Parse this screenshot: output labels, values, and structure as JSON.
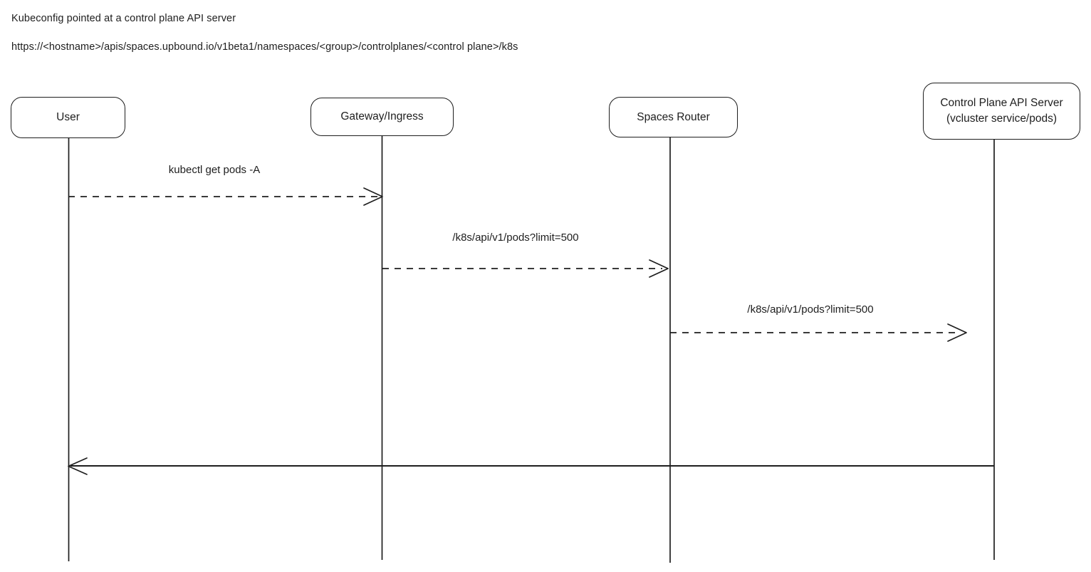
{
  "notes": {
    "line1": "Kubeconfig pointed at a control plane API server",
    "line2": "https://<hostname>/apis/spaces.upbound.io/v1beta1/namespaces/<group>/controlplanes/<control plane>/k8s"
  },
  "actors": [
    {
      "label": "User"
    },
    {
      "label": "Gateway/Ingress"
    },
    {
      "label": "Spaces Router"
    },
    {
      "label_line1": "Control Plane API Server",
      "label_line2": "(vcluster service/pods)"
    }
  ],
  "messages": [
    {
      "label": "kubectl get pods -A",
      "from": "User",
      "to": "Gateway/Ingress",
      "style": "dashed"
    },
    {
      "label": "/k8s/api/v1/pods?limit=500",
      "from": "Gateway/Ingress",
      "to": "Spaces Router",
      "style": "dashed"
    },
    {
      "label": "/k8s/api/v1/pods?limit=500",
      "from": "Spaces Router",
      "to": "Control Plane API Server",
      "style": "dashed"
    },
    {
      "label": "",
      "from": "Control Plane API Server",
      "to": "User",
      "style": "solid"
    }
  ],
  "colors": {
    "stroke": "#1e1e1e",
    "text": "#1e1e1e",
    "background": "#ffffff"
  }
}
